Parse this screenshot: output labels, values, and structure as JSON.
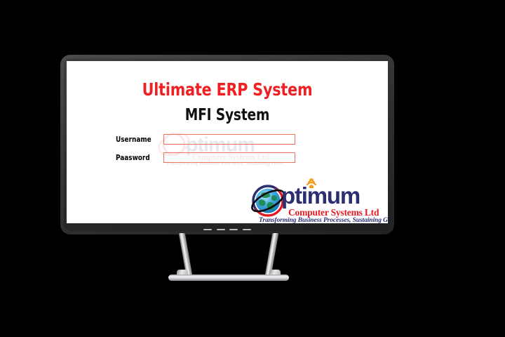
{
  "background": {
    "color": "#000000"
  },
  "device": {
    "type": "desktop-monitor",
    "bezel_color": "#2f3133",
    "stand_color": "#c9cbcd",
    "control_buttons": 4
  },
  "screen": {
    "background": "#ffffff",
    "app": {
      "title_primary": "Ultimate ERP System",
      "title_primary_color": "#ee2024",
      "title_secondary": "MFI System",
      "title_secondary_color": "#111111"
    },
    "login_form": {
      "fields": [
        {
          "label": "Username",
          "value": "",
          "placeholder": "",
          "border_color": "#ed7361",
          "name": "username"
        },
        {
          "label": "Paasword",
          "value": "",
          "placeholder": "",
          "border_color": "#ed7361",
          "name": "password"
        }
      ]
    },
    "branding": {
      "logo_word_lead": "O",
      "logo_word": "ptimum",
      "logo_word_color": "#2b2f72",
      "logo_subtitle": "Computer Systems Ltd",
      "logo_subtitle_color": "#e31b23",
      "logo_tagline": "Transforming Business Processes, Sustaining Growth",
      "logo_tagline_color": "#2b2f72",
      "accent_color": "#f59b1c",
      "globe_ring_color": "#e31b23",
      "globe_ocean_color": "#2f9fe0",
      "globe_land_color": "#1b8a4c",
      "icons": {
        "globe": "globe-icon",
        "orbit": "orbit-icon",
        "signal": "signal-arcs-icon"
      }
    },
    "watermark": {
      "text": "Optimum Computer Systems Ltd",
      "opacity": "0.10"
    }
  }
}
